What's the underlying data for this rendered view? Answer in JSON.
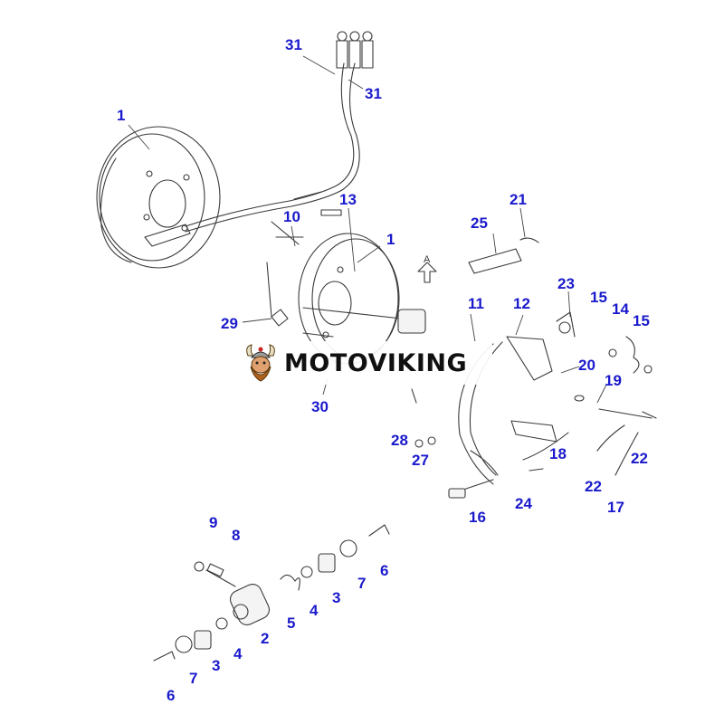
{
  "diagram": {
    "callout_color": "#1a1acc",
    "line_color": "#3a3a3a",
    "callouts": [
      {
        "id": "c-1a",
        "text": "1"
      },
      {
        "id": "c-31a",
        "text": "31"
      },
      {
        "id": "c-31b",
        "text": "31"
      },
      {
        "id": "c-13",
        "text": "13"
      },
      {
        "id": "c-10",
        "text": "10"
      },
      {
        "id": "c-1b",
        "text": "1"
      },
      {
        "id": "c-21",
        "text": "21"
      },
      {
        "id": "c-25",
        "text": "25"
      },
      {
        "id": "c-23",
        "text": "23"
      },
      {
        "id": "c-11",
        "text": "11"
      },
      {
        "id": "c-12",
        "text": "12"
      },
      {
        "id": "c-15a",
        "text": "15"
      },
      {
        "id": "c-14",
        "text": "14"
      },
      {
        "id": "c-15b",
        "text": "15"
      },
      {
        "id": "c-29",
        "text": "29"
      },
      {
        "id": "c-20",
        "text": "20"
      },
      {
        "id": "c-19",
        "text": "19"
      },
      {
        "id": "c-30",
        "text": "30"
      },
      {
        "id": "c-28",
        "text": "28"
      },
      {
        "id": "c-27",
        "text": "27"
      },
      {
        "id": "c-18",
        "text": "18"
      },
      {
        "id": "c-22a",
        "text": "22"
      },
      {
        "id": "c-22b",
        "text": "22"
      },
      {
        "id": "c-16",
        "text": "16"
      },
      {
        "id": "c-24",
        "text": "24"
      },
      {
        "id": "c-17",
        "text": "17"
      },
      {
        "id": "c-9",
        "text": "9"
      },
      {
        "id": "c-8",
        "text": "8"
      },
      {
        "id": "c-6a",
        "text": "6"
      },
      {
        "id": "c-7a",
        "text": "7"
      },
      {
        "id": "c-3a",
        "text": "3"
      },
      {
        "id": "c-4a",
        "text": "4"
      },
      {
        "id": "c-5",
        "text": "5"
      },
      {
        "id": "c-2",
        "text": "2"
      },
      {
        "id": "c-4b",
        "text": "4"
      },
      {
        "id": "c-3b",
        "text": "3"
      },
      {
        "id": "c-7b",
        "text": "7"
      },
      {
        "id": "c-6b",
        "text": "6"
      }
    ],
    "view_marker": "A"
  },
  "watermark": {
    "brand": "MOTOVIKING",
    "logo_icon": "viking-mascot-icon"
  }
}
